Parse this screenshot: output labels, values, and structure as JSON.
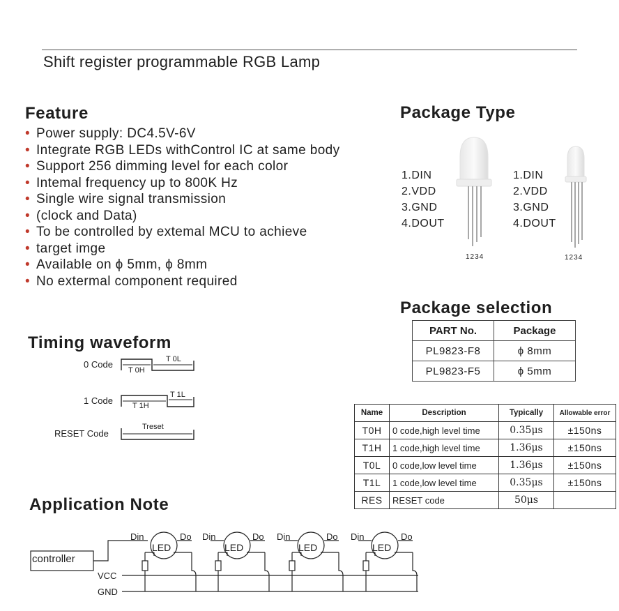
{
  "page_title": "Shift register programmable RGB Lamp",
  "feature": {
    "heading": "Feature",
    "items": [
      "Power supply: DC4.5V-6V",
      "Integrate RGB LEDs withControl IC at same body",
      "Support 256 dimming level for each color",
      "Intemal frequency up to 800K Hz",
      "Single wire signal transmission",
      "(clock and Data)",
      "To be controlled by extemal MCU to achieve",
      "target imge",
      "Available on ϕ 5mm, ϕ 8mm",
      "No extermal component required"
    ]
  },
  "package_type": {
    "heading": "Package Type",
    "pins_left": [
      "1.DIN",
      "2.VDD",
      "3.GND",
      "4.DOUT"
    ],
    "pins_right": [
      "1.DIN",
      "2.VDD",
      "3.GND",
      "4.DOUT"
    ],
    "pin_numbers": "1234"
  },
  "package_selection": {
    "heading": "Package selection",
    "columns": [
      "PART No.",
      "Package"
    ],
    "rows": [
      [
        "PL9823-F8",
        "ϕ 8mm"
      ],
      [
        "PL9823-F5",
        "ϕ 5mm"
      ]
    ]
  },
  "timing": {
    "heading": "Timing waveform",
    "codes": {
      "zero": {
        "label": "0 Code",
        "high": "T 0H",
        "low": "T 0L"
      },
      "one": {
        "label": "1 Code",
        "high": "T 1H",
        "low": "T 1L"
      },
      "reset": {
        "label": "RESET Code",
        "span": "Treset"
      }
    }
  },
  "spec_table": {
    "columns": [
      "Name",
      "Description",
      "Typically",
      "Allowable error"
    ],
    "rows": [
      [
        "T0H",
        "0 code,high level time",
        "0.35μs",
        "±150ns"
      ],
      [
        "T1H",
        "1 code,high level time",
        "1.36μs",
        "±150ns"
      ],
      [
        "T0L",
        "0 code,low level time",
        "1.36μs",
        "±150ns"
      ],
      [
        "T1L",
        "1 code,low level time",
        "0.35μs",
        "±150ns"
      ],
      [
        "RES",
        "RESET code",
        "50μs",
        ""
      ]
    ]
  },
  "application": {
    "heading": "Application Note",
    "controller": "controller",
    "vcc": "VCC",
    "gnd": "GND",
    "din": "Din",
    "dout": "Do",
    "led": "LED"
  },
  "colors": {
    "bullet": "#c0392b",
    "text": "#1e1e1e"
  }
}
